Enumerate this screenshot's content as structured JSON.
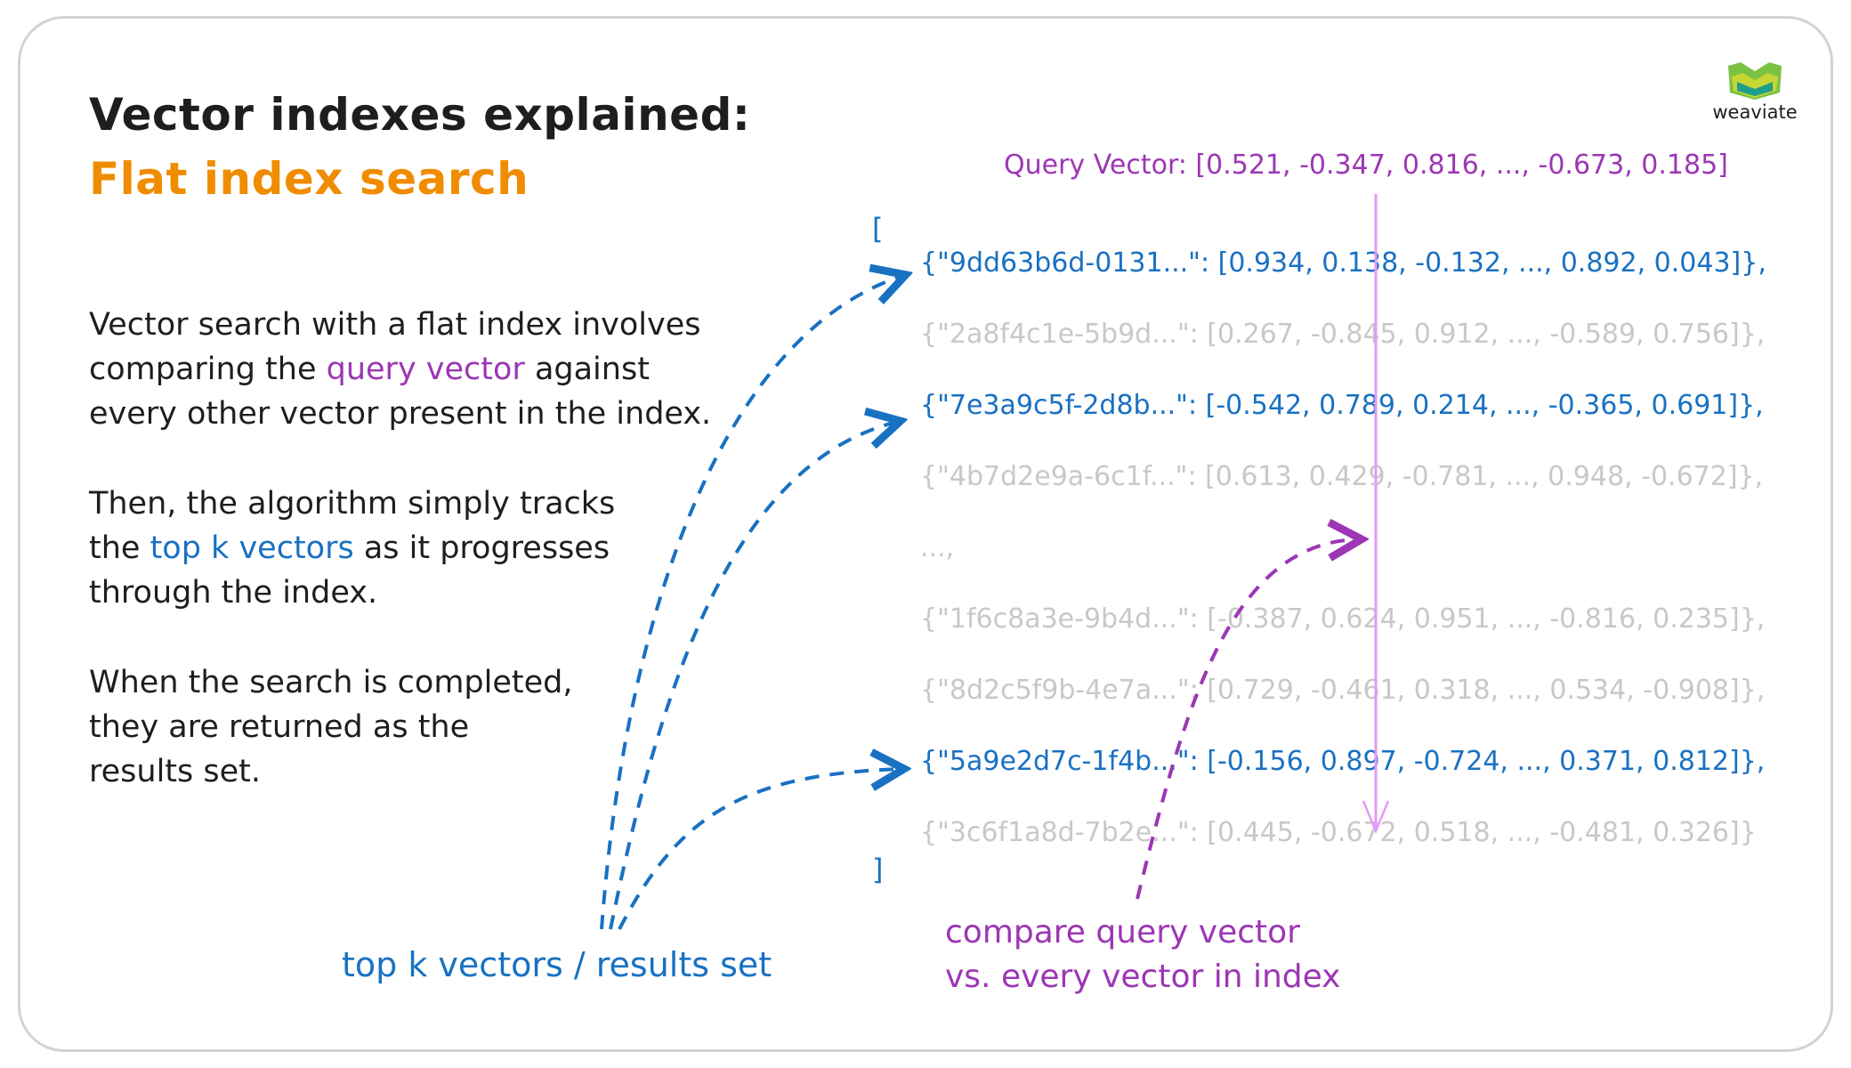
{
  "title": {
    "line1": "Vector indexes explained:",
    "line2": "Flat index search"
  },
  "logo": {
    "text": "weaviate"
  },
  "paragraphs": {
    "p1": {
      "l1": "Vector search with a flat index involves",
      "l2_pre": "comparing the ",
      "l2_hl": "query vector",
      "l2_post": " against",
      "l3": "every other vector present in the index."
    },
    "p2": {
      "l1": "Then, the algorithm simply tracks",
      "l2_pre": "the ",
      "l2_hl": "top k vectors",
      "l2_post": " as it progresses",
      "l3": "through the index."
    },
    "p3": {
      "l1": "When the search is completed,",
      "l2": "they are returned as the",
      "l3": "results set."
    }
  },
  "query": {
    "label": "Query Vector: ",
    "value": "[0.521, -0.347, 0.816, ..., -0.673, 0.185]"
  },
  "index": {
    "open": "[",
    "close": "]",
    "rows": [
      {
        "text": "{\"9dd63b6d-0131...\": [0.934, 0.138, -0.132, ..., 0.892, 0.043]},",
        "top_k": true
      },
      {
        "text": "{\"2a8f4c1e-5b9d...\": [0.267, -0.845, 0.912, ..., -0.589, 0.756]},",
        "top_k": false
      },
      {
        "text": "{\"7e3a9c5f-2d8b...\": [-0.542, 0.789, 0.214, ..., -0.365, 0.691]},",
        "top_k": true
      },
      {
        "text": "{\"4b7d2e9a-6c1f...\": [0.613, 0.429, -0.781, ..., 0.948, -0.672]},",
        "top_k": false
      },
      {
        "text": "...,",
        "top_k": false
      },
      {
        "text": "{\"1f6c8a3e-9b4d...\": [-0.387, 0.624, 0.951, ..., -0.816, 0.235]},",
        "top_k": false
      },
      {
        "text": "{\"8d2c5f9b-4e7a...\": [0.729, -0.461, 0.318, ..., 0.534, -0.908]},",
        "top_k": false
      },
      {
        "text": "{\"5a9e2d7c-1f4b...\": [-0.156, 0.897, -0.724, ..., 0.371, 0.812]},",
        "top_k": true
      },
      {
        "text": "{\"3c6f1a8d-7b2e...\": [0.445, -0.672, 0.518, ..., -0.481, 0.326]}",
        "top_k": false
      }
    ]
  },
  "captions": {
    "top_k": "top k vectors / results set",
    "compare_l1": "compare query vector",
    "compare_l2": "vs. every vector in index"
  },
  "colors": {
    "purple": "#9c36b5",
    "blue": "#1971c2",
    "orange": "#f08c00",
    "faded": "#c8c8c8",
    "scan_line": "#e599f7"
  }
}
